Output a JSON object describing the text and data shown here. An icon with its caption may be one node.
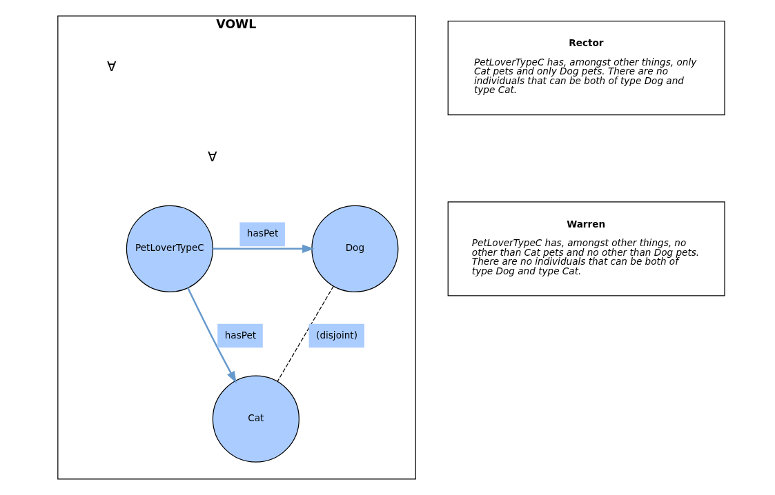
{
  "diagram": {
    "nodes": [
      {
        "text": [
          "VOWL"
        ]
      },
      {
        "text": [
          "PetLoverTypeC"
        ],
        "in": 0
      },
      {
        "text": [
          "Dog"
        ],
        "in": 0
      },
      {
        "text": [
          "Cat"
        ],
        "in": 0
      },
      {
        "text": [
          "Rector",
          "PetLoverTypeC has, amongst other things, only Cat pets and only Dog pets. There are no individuals that can be both of type Dog and type Cat."
        ]
      },
      {
        "text": [
          "Warren",
          "PetLoverTypeC has, amongst other things, no other than Cat pets and no other than Dog pets. There are no individuals that can be both of type Dog and type Cat."
        ]
      }
    ],
    "edges": [
      {
        "from": 1,
        "to": 2,
        "arrow": "to",
        "label": "hasPet"
      },
      {
        "from": 1,
        "to": 3,
        "arrow": "to",
        "label": "hasPet"
      },
      {
        "from": 2,
        "to": 3,
        "arrow": "none",
        "label": "(disjoint)",
        "style": "dashed",
        "color": "#000000"
      }
    ],
    "labels": [
      "∀",
      "∀"
    ]
  }
}
